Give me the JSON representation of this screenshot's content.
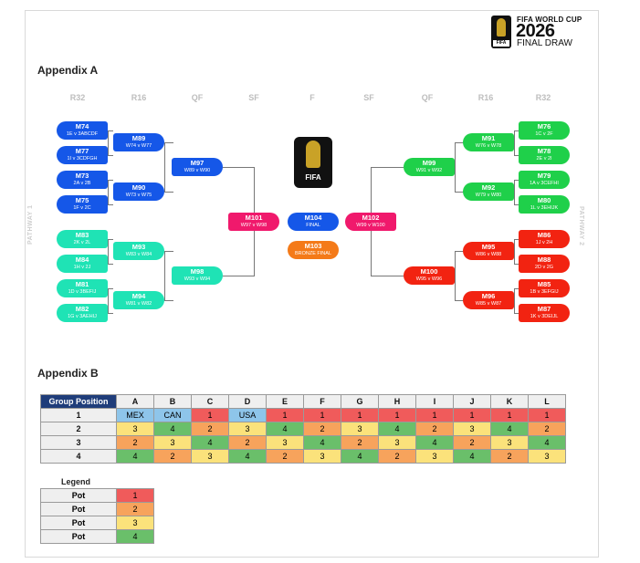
{
  "logo": {
    "line1": "FIFA WORLD CUP",
    "line2": "2026",
    "line3": "FINAL DRAW",
    "emblem_text": "FIFA"
  },
  "appendix_a": {
    "title": "Appendix A"
  },
  "appendix_b": {
    "title": "Appendix B"
  },
  "rounds": [
    "R32",
    "R16",
    "QF",
    "SF",
    "F",
    "SF",
    "QF",
    "R16",
    "R32"
  ],
  "pathways": {
    "left": "PATHWAY 1",
    "right": "PATHWAY 2"
  },
  "bracket": {
    "left_r32": [
      {
        "code": "M74",
        "sub": "1E v 3ABCDF",
        "color": "#1557e8"
      },
      {
        "code": "M77",
        "sub": "1I v 3CDFGH",
        "color": "#1557e8"
      },
      {
        "code": "M73",
        "sub": "2A v 2B",
        "color": "#1557e8"
      },
      {
        "code": "M75",
        "sub": "1F v 2C",
        "color": "#1557e8"
      },
      {
        "code": "M83",
        "sub": "2K v 2L",
        "color": "#1fe3b5"
      },
      {
        "code": "M84",
        "sub": "1H v 2J",
        "color": "#1fe3b5"
      },
      {
        "code": "M81",
        "sub": "1D v 3BEFIJ",
        "color": "#1fe3b5"
      },
      {
        "code": "M82",
        "sub": "1G v 3AEHIJ",
        "color": "#1fe3b5"
      }
    ],
    "left_r16": [
      {
        "code": "M89",
        "sub": "W74 v W77"
      },
      {
        "code": "M90",
        "sub": "W73 v W75"
      },
      {
        "code": "M93",
        "sub": "W83 v W84"
      },
      {
        "code": "M94",
        "sub": "W81 v W82"
      }
    ],
    "left_qf": [
      {
        "code": "M97",
        "sub": "W89 v W90"
      },
      {
        "code": "M98",
        "sub": "W93 v W94"
      }
    ],
    "left_sf": {
      "code": "M101",
      "sub": "W97 v W98"
    },
    "final": {
      "code": "M104",
      "sub": "FINAL"
    },
    "bronze": {
      "code": "M103",
      "sub": "BRONZE FINAL"
    },
    "trophy_text": "FIFA",
    "right_sf": {
      "code": "M102",
      "sub": "W99 v W100"
    },
    "right_qf": [
      {
        "code": "M99",
        "sub": "W91 v W92"
      },
      {
        "code": "M100",
        "sub": "W95 v W96"
      }
    ],
    "right_r16": [
      {
        "code": "M91",
        "sub": "W76 v W78"
      },
      {
        "code": "M92",
        "sub": "W79 v W80"
      },
      {
        "code": "M95",
        "sub": "W86 v W88"
      },
      {
        "code": "M96",
        "sub": "W85 v W87"
      }
    ],
    "right_r32": [
      {
        "code": "M76",
        "sub": "1C v 2F"
      },
      {
        "code": "M78",
        "sub": "2E v 2I"
      },
      {
        "code": "M79",
        "sub": "1A v 3CEFHI"
      },
      {
        "code": "M80",
        "sub": "1L v 3EHIJK"
      },
      {
        "code": "M86",
        "sub": "1J v 2H"
      },
      {
        "code": "M88",
        "sub": "2D v 2G"
      },
      {
        "code": "M85",
        "sub": "1B v 3EFGIJ"
      },
      {
        "code": "M87",
        "sub": "1K v 3DEIJL"
      }
    ]
  },
  "group_table": {
    "header": "Group Position",
    "columns": [
      "A",
      "B",
      "C",
      "D",
      "E",
      "F",
      "G",
      "H",
      "I",
      "J",
      "K",
      "L"
    ],
    "rows": [
      {
        "pos": "1",
        "cells": [
          "MEX",
          "CAN",
          "1",
          "USA",
          "1",
          "1",
          "1",
          "1",
          "1",
          "1",
          "1",
          "1"
        ],
        "pots": [
          0,
          0,
          1,
          0,
          1,
          1,
          1,
          1,
          1,
          1,
          1,
          1
        ]
      },
      {
        "pos": "2",
        "cells": [
          "3",
          "4",
          "2",
          "3",
          "4",
          "2",
          "3",
          "4",
          "2",
          "3",
          "4",
          "2"
        ],
        "pots": [
          3,
          4,
          2,
          3,
          4,
          2,
          3,
          4,
          2,
          3,
          4,
          2
        ]
      },
      {
        "pos": "3",
        "cells": [
          "2",
          "3",
          "4",
          "2",
          "3",
          "4",
          "2",
          "3",
          "4",
          "2",
          "3",
          "4"
        ],
        "pots": [
          2,
          3,
          4,
          2,
          3,
          4,
          2,
          3,
          4,
          2,
          3,
          4
        ]
      },
      {
        "pos": "4",
        "cells": [
          "4",
          "2",
          "3",
          "4",
          "2",
          "3",
          "4",
          "2",
          "3",
          "4",
          "2",
          "3"
        ],
        "pots": [
          4,
          2,
          3,
          4,
          2,
          3,
          4,
          2,
          3,
          4,
          2,
          3
        ]
      }
    ]
  },
  "legend": {
    "title": "Legend",
    "rows": [
      {
        "label": "Pot",
        "value": "1",
        "color": "#f05b5b"
      },
      {
        "label": "Pot",
        "value": "2",
        "color": "#f7a35c"
      },
      {
        "label": "Pot",
        "value": "3",
        "color": "#fbe27b"
      },
      {
        "label": "Pot",
        "value": "4",
        "color": "#6abf6a"
      }
    ],
    "host_color": "#8ec5ea"
  }
}
